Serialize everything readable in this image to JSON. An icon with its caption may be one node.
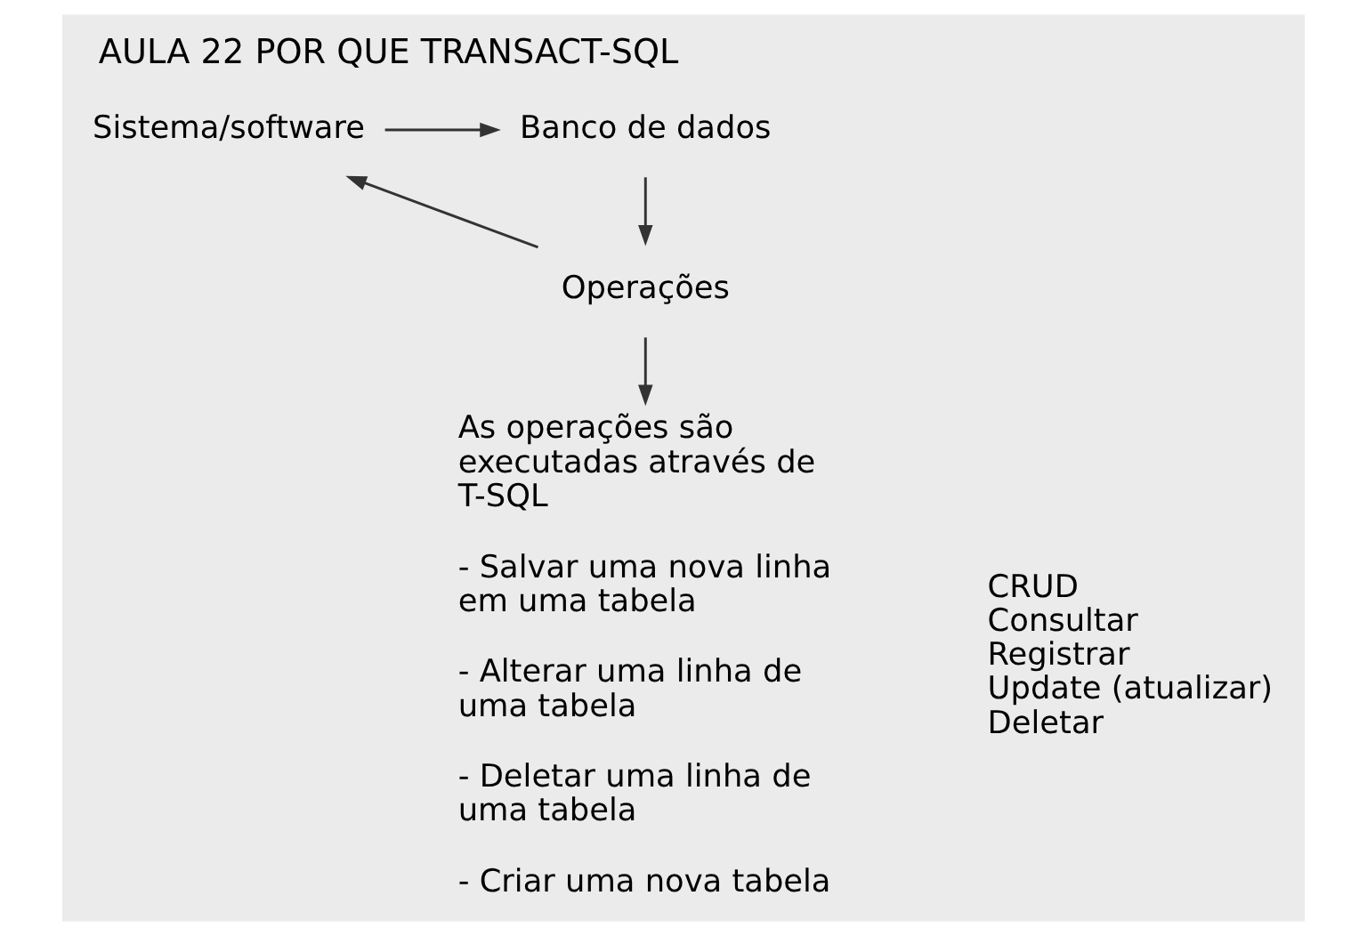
{
  "diagram": {
    "title": "AULA 22 POR QUE TRANSACT-SQL",
    "nodes": [
      {
        "text": [
          "Sistema/software"
        ]
      },
      {
        "text": [
          "Banco de dados"
        ]
      },
      {
        "text": [
          "Operações"
        ]
      },
      {
        "text": [
          "As operações são executadas através de T-SQL",
          "- Salvar uma nova linha em uma tabela",
          "- Alterar uma linha de uma tabela",
          "- Deletar uma linha de uma tabela",
          "- Criar uma nova tabela"
        ]
      }
    ],
    "edges": [
      {
        "from": 0,
        "to": 1,
        "arrow": "to"
      },
      {
        "from": 1,
        "to": 2,
        "arrow": "to"
      },
      {
        "from": 2,
        "to": 0,
        "arrow": "to"
      },
      {
        "from": 2,
        "to": 3,
        "arrow": "to"
      }
    ],
    "labels": [
      "CRUD",
      "Consultar",
      "Registrar",
      "Update (atualizar)",
      "Deletar"
    ]
  }
}
